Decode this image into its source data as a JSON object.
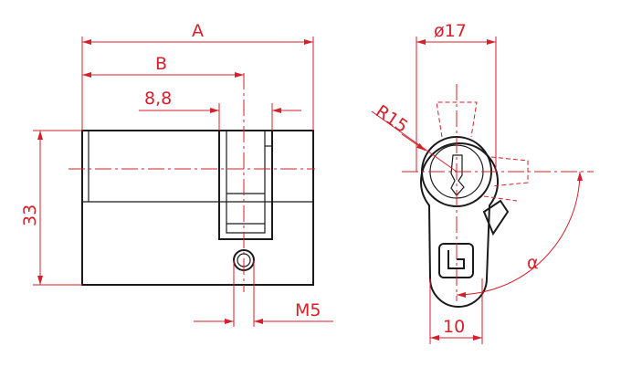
{
  "colors": {
    "dimension": "#d4202a",
    "outline": "#1a1a1a",
    "background": "#ffffff"
  },
  "labels": {
    "dim_a": "A",
    "dim_b": "B",
    "dim_88": "8,8",
    "dim_33": "33",
    "dim_m5": "M5",
    "dim_d17": "ø17",
    "dim_r15": "R15",
    "dim_10": "10",
    "angle_alpha": "α"
  }
}
